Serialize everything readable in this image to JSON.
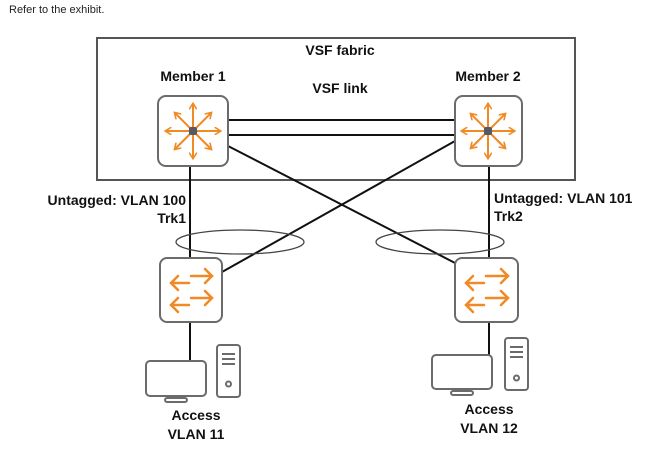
{
  "caption": "Refer to the exhibit.",
  "diagram": {
    "fabric_label": "VSF fabric",
    "vsf_link_label": "VSF link",
    "members": [
      {
        "label": "Member 1"
      },
      {
        "label": "Member 2"
      }
    ],
    "uplinks": [
      {
        "untagged": "Untagged: VLAN 100",
        "trunk": "Trk1"
      },
      {
        "untagged": "Untagged: VLAN 101",
        "trunk": "Trk2"
      }
    ],
    "access": [
      {
        "line1": "Access",
        "line2": "VLAN 11"
      },
      {
        "line1": "Access",
        "line2": "VLAN 12"
      }
    ],
    "colors": {
      "accent": "#f08a24",
      "device_border": "#6b6b6b",
      "line": "#111111",
      "hub": "#555a66"
    }
  }
}
